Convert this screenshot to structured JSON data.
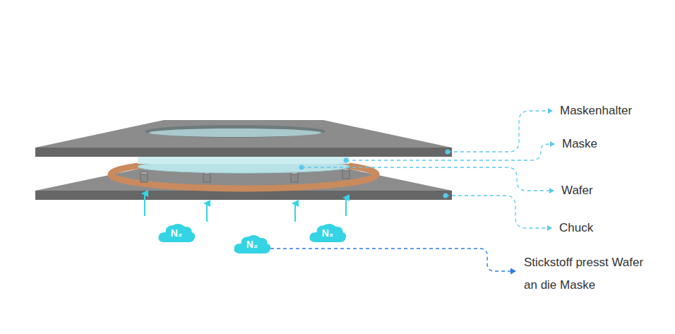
{
  "diagram": {
    "nodes": [
      {
        "text": [
          "N₂"
        ]
      },
      {
        "text": [
          "N₂"
        ]
      },
      {
        "text": [
          "N₂"
        ]
      }
    ],
    "labels": [
      "Maskenhalter",
      "Maske",
      "Wafer",
      "Chuck",
      "Stickstoff presst Wafer an die Maske"
    ]
  }
}
